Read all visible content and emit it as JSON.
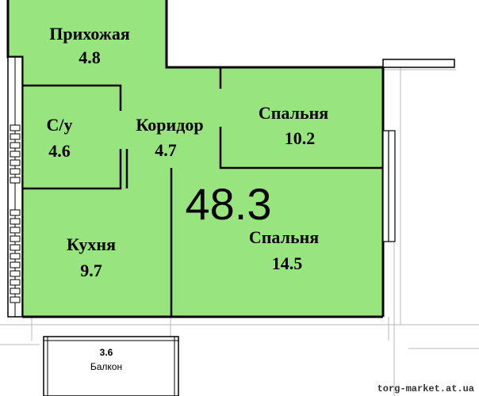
{
  "colors": {
    "floor": "#98e57f",
    "wall": "#000000",
    "background": "#ffffff",
    "grid": "#b8b8b8"
  },
  "total_area": "48.3",
  "rooms": {
    "hall": {
      "name": "Прихожая",
      "area": "4.8"
    },
    "bathroom": {
      "name": "С/у",
      "area": "4.6"
    },
    "corridor": {
      "name": "Коридор",
      "area": "4.7"
    },
    "bedroom1": {
      "name": "Спальня",
      "area": "10.2"
    },
    "bedroom2": {
      "name": "Спальня",
      "area": "14.5"
    },
    "kitchen": {
      "name": "Кухня",
      "area": "9.7"
    },
    "balcony": {
      "name": "Балкон",
      "area": "3.6"
    }
  },
  "watermark": "torg-market.at.ua"
}
